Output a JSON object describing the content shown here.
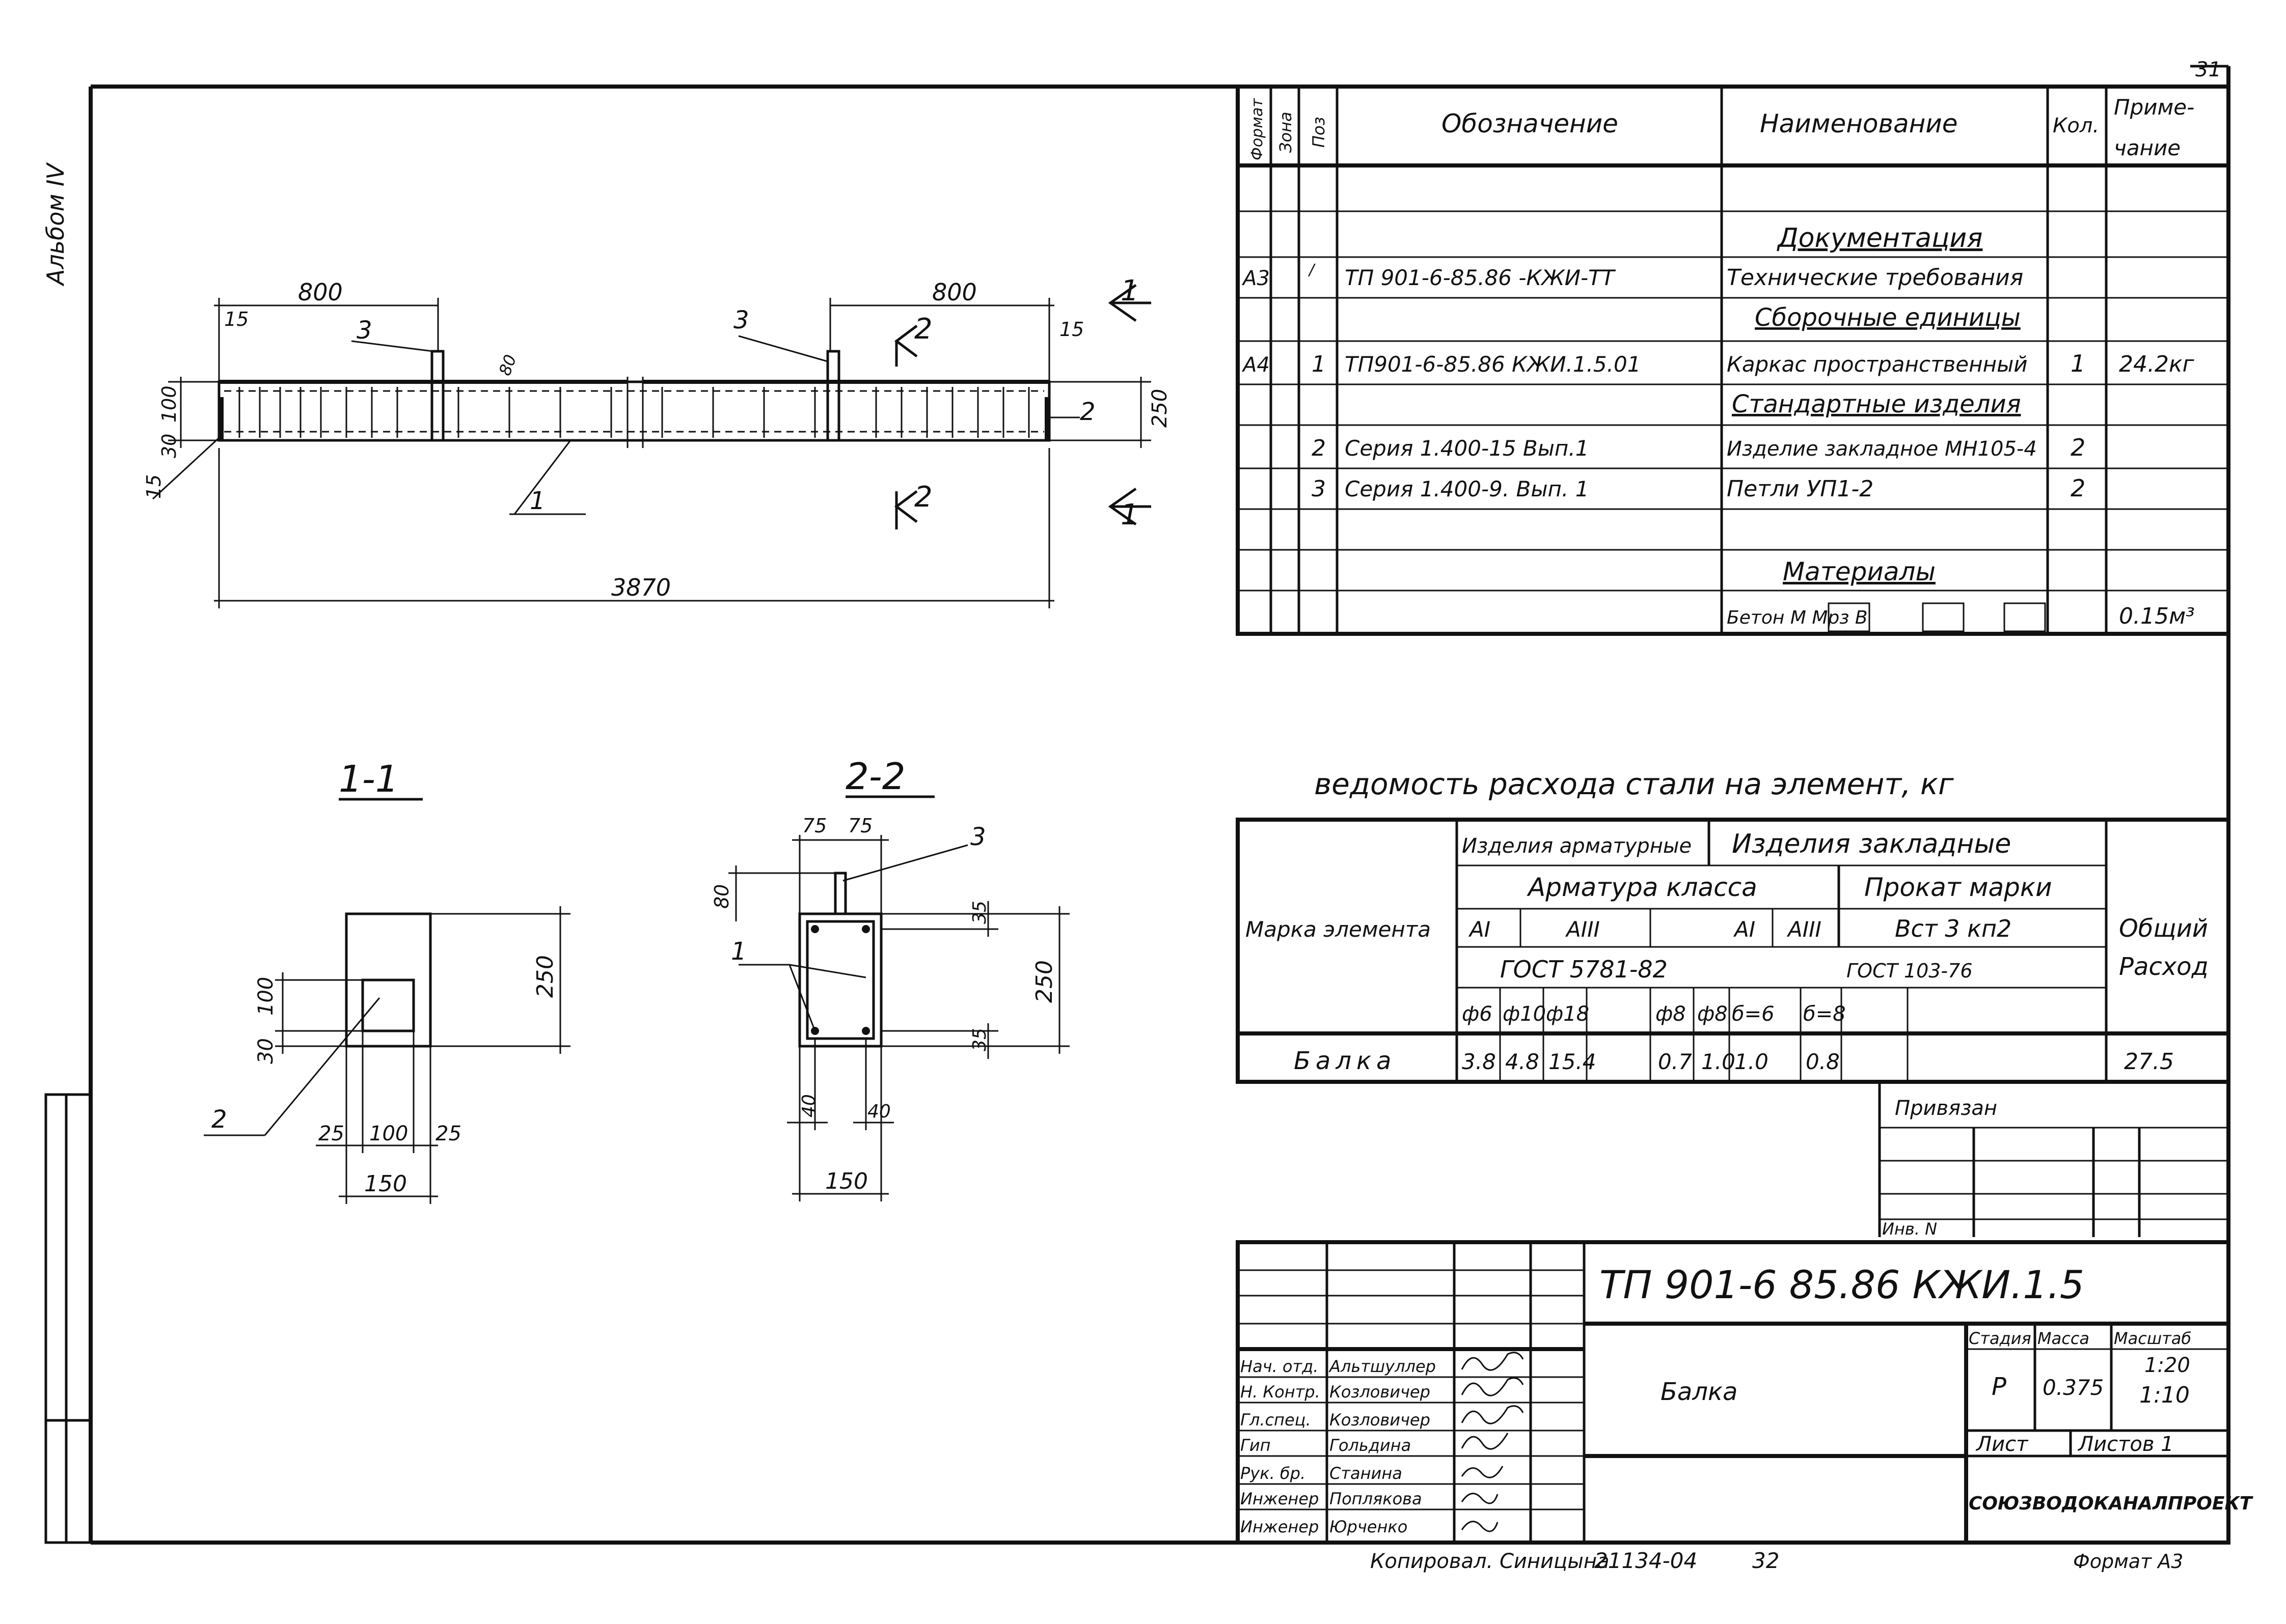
{
  "album_label": "Альбом IV",
  "page_corner": "31",
  "spec": {
    "headers": [
      "Формат",
      "Зона",
      "Поз",
      "Обозначение",
      "Наименование",
      "Кол.",
      "Приме-",
      "чание"
    ],
    "rows": [
      {
        "fmt": "",
        "zone": "",
        "pos": "",
        "code": "",
        "name": "",
        "qty": "",
        "note": ""
      },
      {
        "fmt": "",
        "zone": "",
        "pos": "",
        "code": "",
        "name": "Документация",
        "qty": "",
        "note": ""
      },
      {
        "fmt": "А3",
        "zone": "/",
        "pos": "",
        "code": "ТП 901-6-85.86   -КЖИ-ТТ",
        "name": "Технические требования",
        "qty": "",
        "note": ""
      },
      {
        "fmt": "",
        "zone": "",
        "pos": "",
        "code": "",
        "name": "Сборочные единицы",
        "qty": "",
        "note": ""
      },
      {
        "fmt": "А4",
        "zone": "",
        "pos": "1",
        "code": "ТП901-6-85.86 КЖИ.1.5.01",
        "name": "Каркас пространственный",
        "qty": "1",
        "note": "24.2кг"
      },
      {
        "fmt": "",
        "zone": "",
        "pos": "",
        "code": "",
        "name": "Стандартные изделия",
        "qty": "",
        "note": ""
      },
      {
        "fmt": "",
        "zone": "",
        "pos": "2",
        "code": "Серия   1.400-15 Вып.1",
        "name": "Изделие закладное МН105-4",
        "qty": "2",
        "note": ""
      },
      {
        "fmt": "",
        "zone": "",
        "pos": "3",
        "code": "Серия   1.400-9.  Вып. 1",
        "name": "Петли   УП1-2",
        "qty": "2",
        "note": ""
      },
      {
        "fmt": "",
        "zone": "",
        "pos": "",
        "code": "",
        "name": "",
        "qty": "",
        "note": ""
      },
      {
        "fmt": "",
        "zone": "",
        "pos": "",
        "code": "",
        "name": "Материалы",
        "qty": "",
        "note": ""
      },
      {
        "fmt": "",
        "zone": "",
        "pos": "",
        "code": "",
        "name": "Бетон М     Мрз     В",
        "qty": "",
        "note": "0.15м³"
      }
    ]
  },
  "steel": {
    "title": "ведомость расхода стали на элемент, кг",
    "col_mark": "Марка элемента",
    "col_total": [
      "Общий",
      "Расход"
    ],
    "group_reinf": "Изделия арматурные",
    "group_embed": "Изделия закладные",
    "armatura": "Арматура класса",
    "prokat": "Прокат марки",
    "classes": [
      "АI",
      "АIII",
      "АI",
      "АIII"
    ],
    "steel_grade": "Вст 3 кп2",
    "gost_1": "ГОСТ 5781-82",
    "gost_2": "ГОСТ 103-76",
    "diams": [
      "ф6",
      "ф10",
      "ф18",
      "",
      "ф8",
      "ф8",
      "б=6",
      "б=8",
      "",
      ""
    ],
    "row_name": "Балка",
    "values": [
      "3.8",
      "4.8",
      "15.4",
      "",
      "0.7",
      "1.0",
      "1.0",
      "0.8",
      "",
      ""
    ],
    "total": "27.5"
  },
  "bound": {
    "label": "Привязан",
    "inv": "Инв. N"
  },
  "title_block": {
    "code": "ТП 901-6 85.86   КЖИ.1.5",
    "name": "Балка",
    "stage_h": "Стадия",
    "mass_h": "Масса",
    "scale_h": "Масштаб",
    "stage": "Р",
    "mass": "0.375",
    "scale1": "1:20",
    "scale2": "1:10",
    "sheet_h": "Лист",
    "sheets_h": "Листов 1",
    "org": "СОЮЗВОДОКАНАЛПРОЕКТ",
    "staff": [
      {
        "role": "Нач. отд.",
        "name": "Альтшуллер"
      },
      {
        "role": "Н. Контр.",
        "name": "Козловичер"
      },
      {
        "role": "Гл.спец.",
        "name": "Козловичер"
      },
      {
        "role": "Гип",
        "name": "Гольдина"
      },
      {
        "role": "Рук. бр.",
        "name": "Станина"
      },
      {
        "role": "Инженер",
        "name": "Поплякова"
      },
      {
        "role": "Инженер",
        "name": "Юрченко"
      }
    ]
  },
  "footer": {
    "copied": "Копировал. Синицына",
    "num1": "21134-04",
    "num2": "32",
    "format": "Формат А3"
  },
  "elevation": {
    "dims": [
      "800",
      "800",
      "3870",
      "15",
      "15",
      "250",
      "100",
      "30",
      "15",
      "80"
    ],
    "labels": [
      "1",
      "2",
      "3",
      "3"
    ],
    "cuts": [
      "1",
      "1",
      "2",
      "2"
    ]
  },
  "section_1": {
    "title": "1-1",
    "dims": [
      "250",
      "100",
      "30",
      "25",
      "100",
      "25",
      "150"
    ],
    "label": "2"
  },
  "section_2": {
    "title": "2-2",
    "dims": [
      "75",
      "75",
      "80",
      "35",
      "250",
      "35",
      "40",
      "40",
      "150"
    ],
    "labels": [
      "3",
      "1"
    ]
  }
}
